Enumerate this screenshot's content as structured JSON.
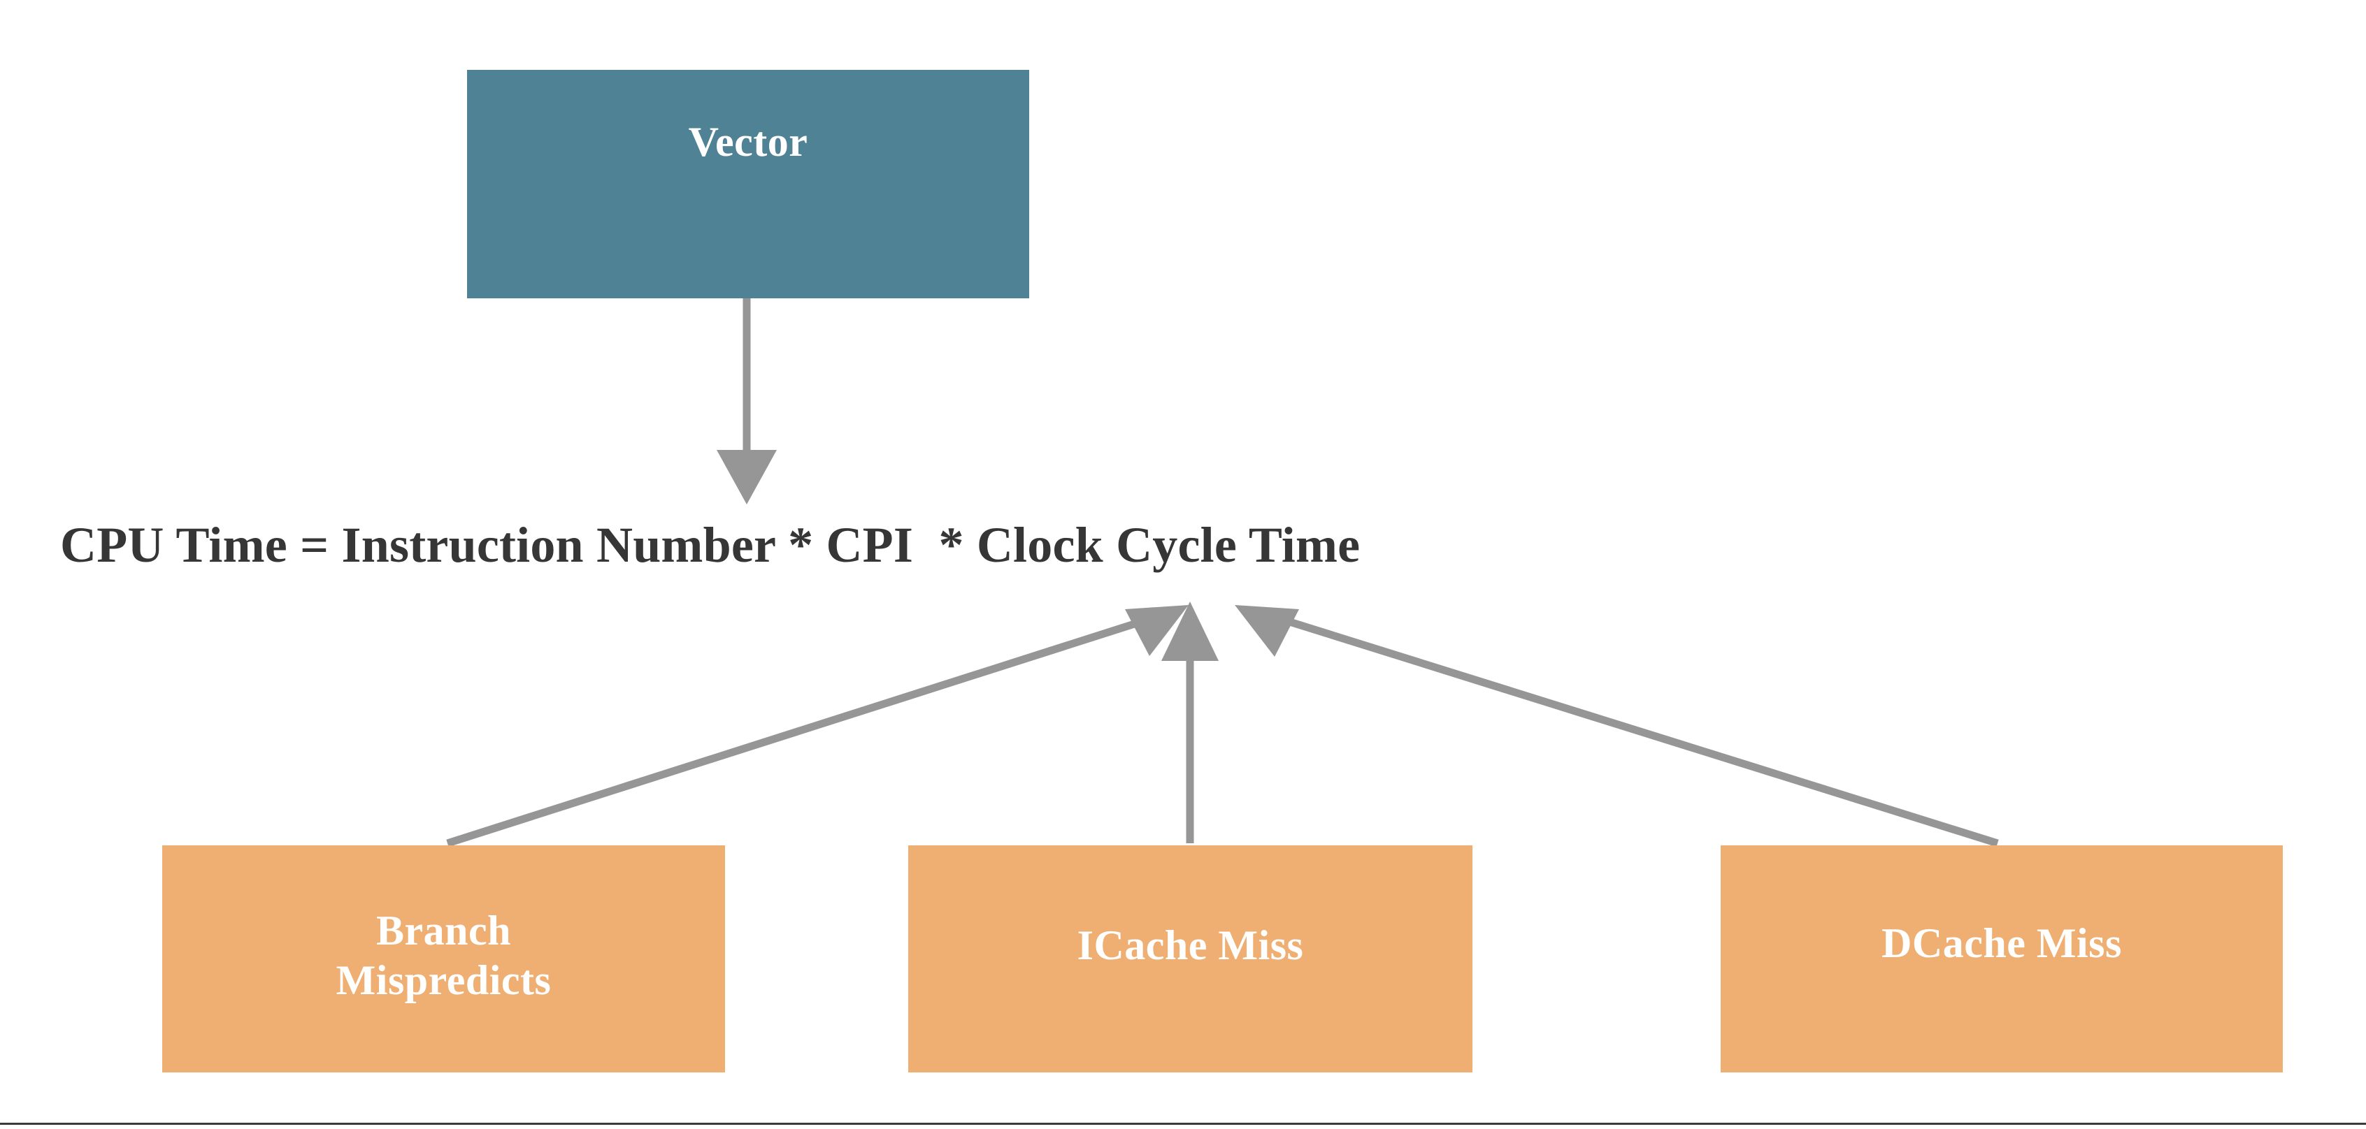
{
  "slide": {
    "background_color": "#FFFFFF",
    "bottom_rule_color": "#3A3A3A"
  },
  "palette": {
    "teal": "#4F8295",
    "orange": "#EFAF73",
    "arrow_gray": "#969696",
    "formula_text": "#363636",
    "box_text": "#FFFFFF"
  },
  "nodes": {
    "vector": {
      "label": "Vector",
      "fill": "#4F8295",
      "text_color": "#FFFFFF"
    },
    "branch_mispredicts": {
      "label": "Branch\nMispredicts",
      "fill": "#EFAF73",
      "text_color": "#FFFFFF"
    },
    "icache_miss": {
      "label": "ICache Miss",
      "fill": "#EFAF73",
      "text_color": "#FFFFFF"
    },
    "dcache_miss": {
      "label": "DCache Miss",
      "fill": "#EFAF73",
      "text_color": "#FFFFFF"
    }
  },
  "formula": {
    "text": "CPU Time = Instruction Number * CPI  * Clock Cycle Time",
    "color": "#363636"
  },
  "connectors": [
    {
      "name": "vector-to-instruction-number",
      "from": "vector",
      "to": "formula-instruction-number",
      "direction": "down",
      "color": "#969696"
    },
    {
      "name": "branch-mispredicts-to-cpi",
      "from": "branch_mispredicts",
      "to": "formula-cpi",
      "direction": "up-right",
      "color": "#969696"
    },
    {
      "name": "icache-miss-to-cpi",
      "from": "icache_miss",
      "to": "formula-cpi",
      "direction": "up",
      "color": "#969696"
    },
    {
      "name": "dcache-miss-to-cpi",
      "from": "dcache_miss",
      "to": "formula-cpi",
      "direction": "up-left",
      "color": "#969696"
    }
  ]
}
